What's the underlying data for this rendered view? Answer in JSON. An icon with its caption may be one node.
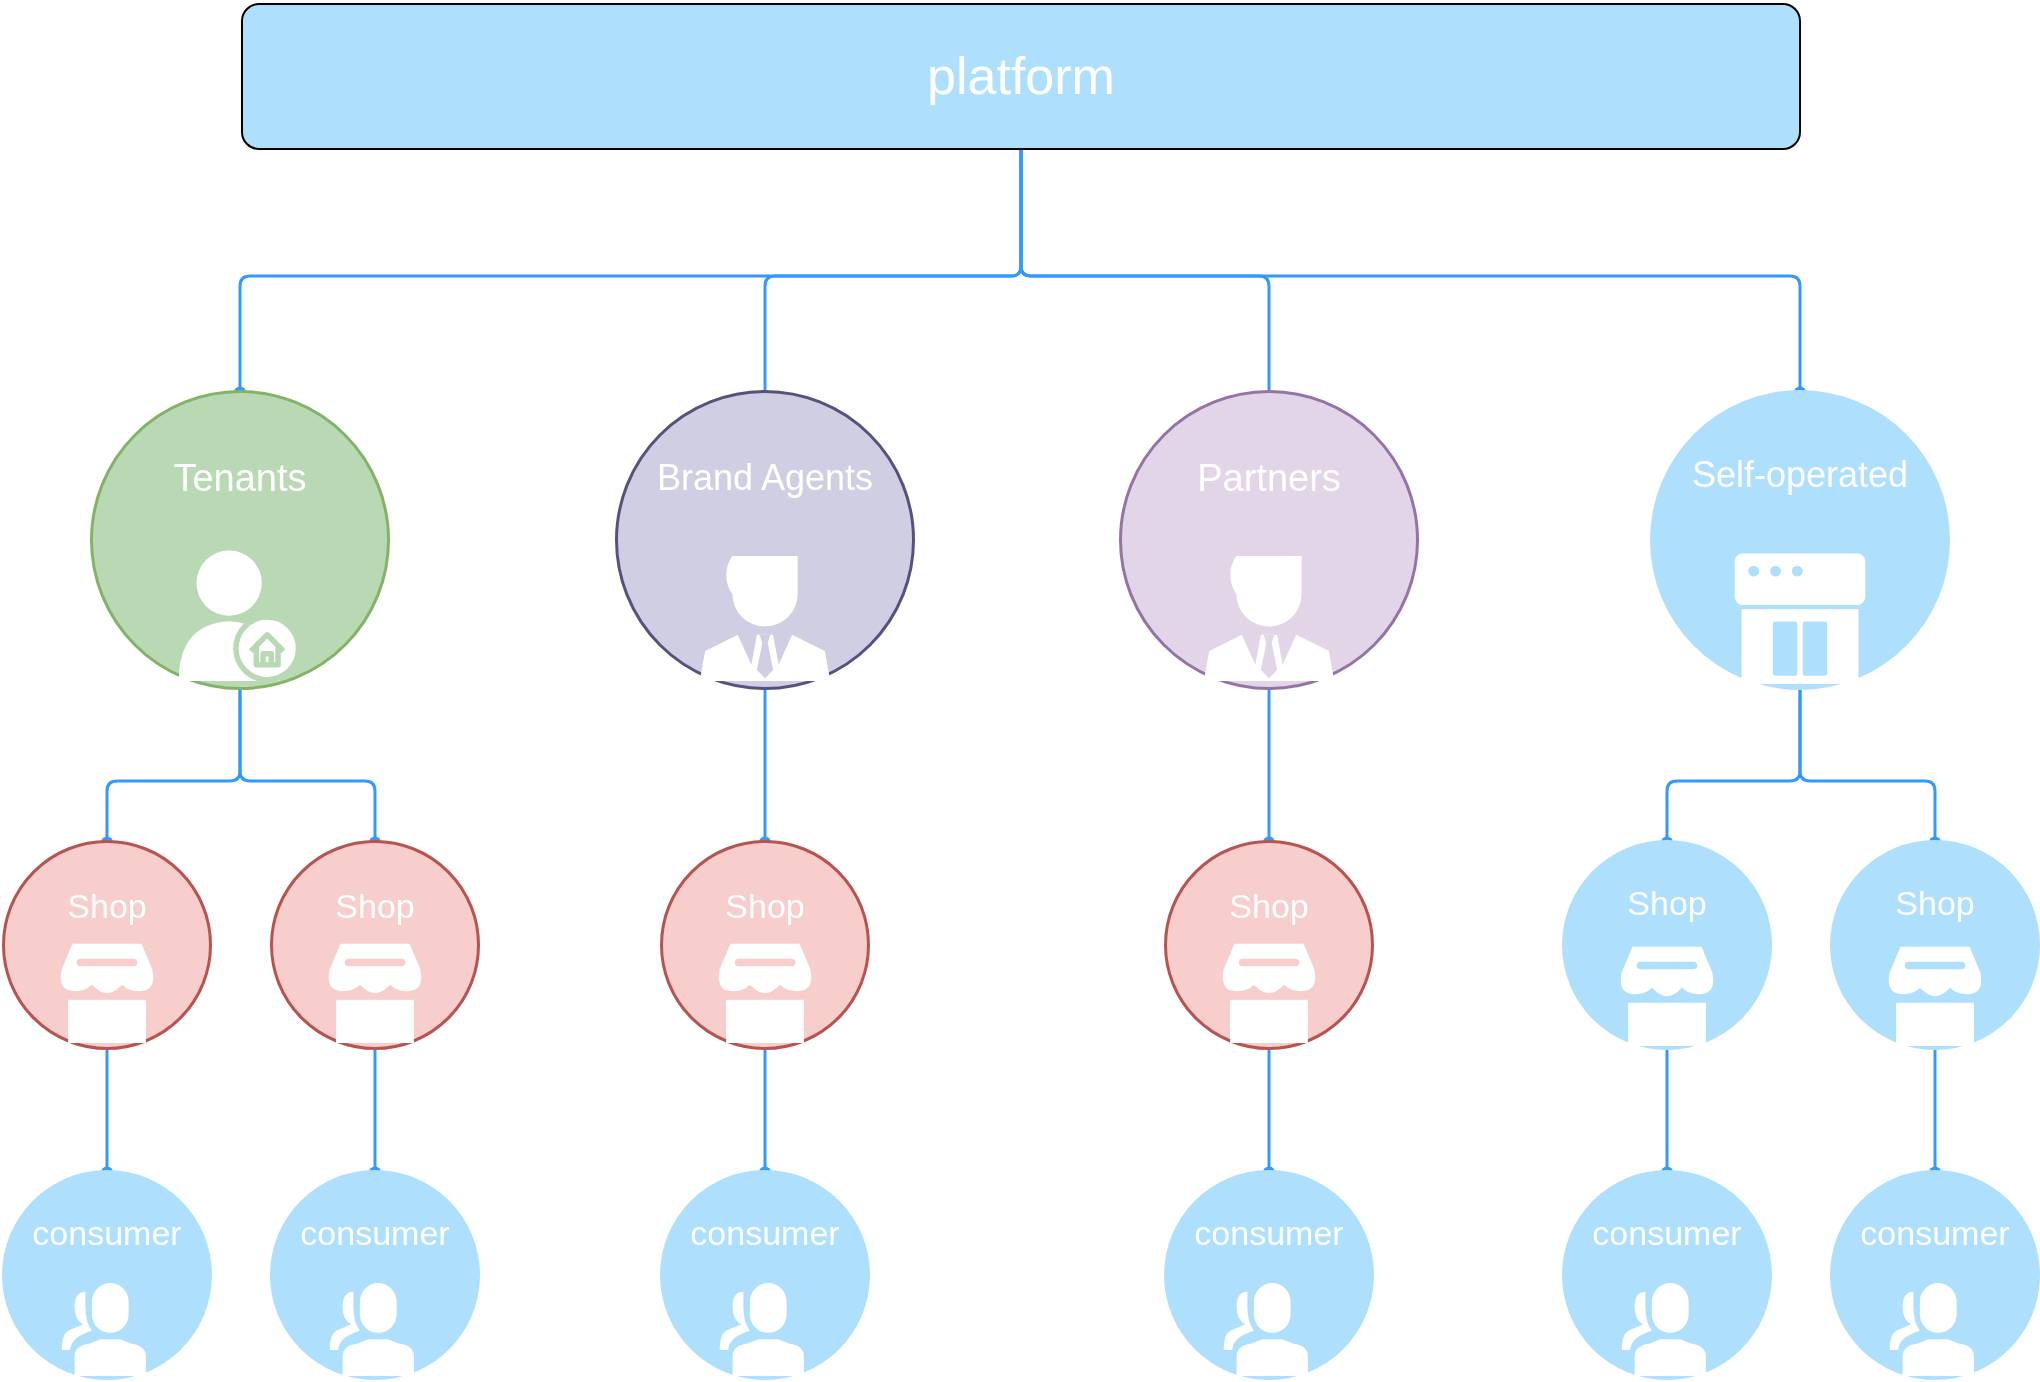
{
  "diagram": {
    "nodes": [
      {
        "text": [
          "platform"
        ]
      },
      {
        "text": [
          "Tenants"
        ]
      },
      {
        "text": [
          "Brand Agents"
        ]
      },
      {
        "text": [
          "Partners"
        ]
      },
      {
        "text": [
          "Self-operated"
        ]
      },
      {
        "text": [
          "Shop"
        ]
      },
      {
        "text": [
          "Shop"
        ]
      },
      {
        "text": [
          "Shop"
        ]
      },
      {
        "text": [
          "Shop"
        ]
      },
      {
        "text": [
          "Shop"
        ]
      },
      {
        "text": [
          "Shop"
        ]
      },
      {
        "text": [
          "consumer"
        ]
      },
      {
        "text": [
          "consumer"
        ]
      },
      {
        "text": [
          "consumer"
        ]
      },
      {
        "text": [
          "consumer"
        ]
      },
      {
        "text": [
          "consumer"
        ]
      },
      {
        "text": [
          "consumer"
        ]
      }
    ],
    "edges": [
      {
        "from": 0,
        "to": 1,
        "arrow": "other"
      },
      {
        "from": 0,
        "to": 2,
        "arrow": "none"
      },
      {
        "from": 0,
        "to": 3,
        "arrow": "none"
      },
      {
        "from": 0,
        "to": 4,
        "arrow": "other"
      },
      {
        "from": 1,
        "to": 5,
        "arrow": "other"
      },
      {
        "from": 1,
        "to": 6,
        "arrow": "other"
      },
      {
        "from": 2,
        "to": 7,
        "arrow": "other"
      },
      {
        "from": 3,
        "to": 8,
        "arrow": "other"
      },
      {
        "from": 4,
        "to": 9,
        "arrow": "other"
      },
      {
        "from": 4,
        "to": 10,
        "arrow": "other"
      },
      {
        "from": 5,
        "to": 11,
        "arrow": "other"
      },
      {
        "from": 6,
        "to": 12,
        "arrow": "other"
      },
      {
        "from": 7,
        "to": 13,
        "arrow": "other"
      },
      {
        "from": 8,
        "to": 14,
        "arrow": "other"
      },
      {
        "from": 9,
        "to": 15,
        "arrow": "other"
      },
      {
        "from": 10,
        "to": 16,
        "arrow": "other"
      }
    ]
  }
}
